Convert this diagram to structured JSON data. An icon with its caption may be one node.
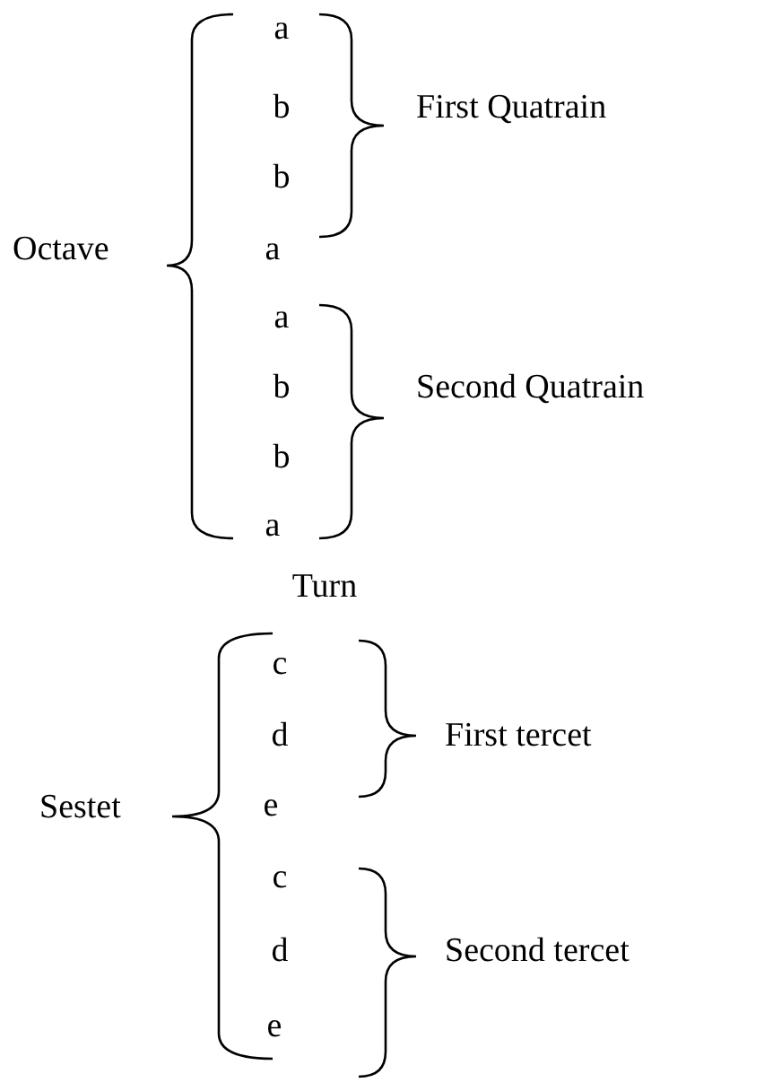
{
  "diagram": {
    "labels": [
      "a",
      "b",
      "First Quatrain",
      "b",
      "Octave",
      "a",
      "a",
      "b",
      "Second Quatrain",
      "b",
      "a",
      "Turn",
      "c",
      "d",
      "First tercet",
      "e",
      "Sestet",
      "c",
      "d",
      "Second tercet",
      "e"
    ]
  }
}
